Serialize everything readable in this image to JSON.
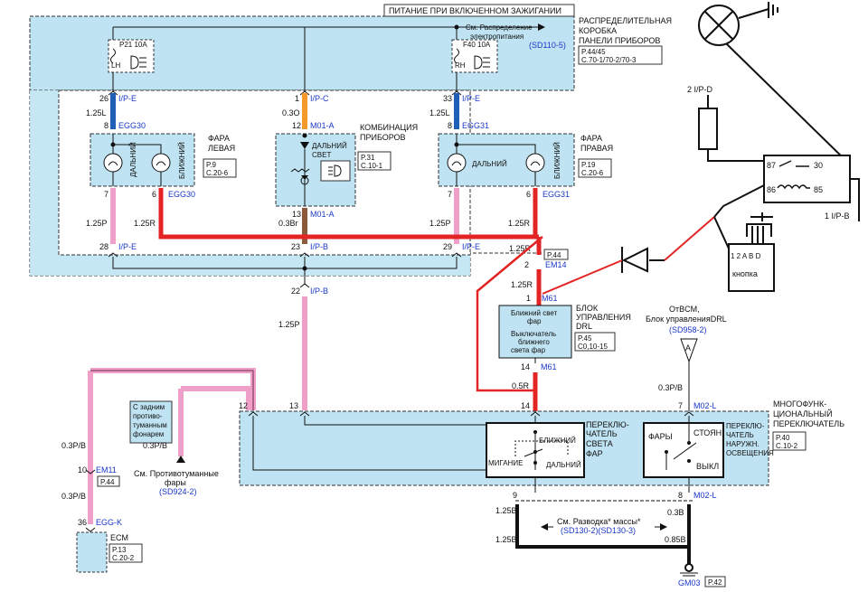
{
  "header": {
    "title": "ПИТАНИЕ ПРИ ВКЛЮЧЕННОМ ЗАЖИГАНИИ"
  },
  "junction_box": {
    "title_l1": "РАСПРЕДЕЛИТЕЛЬНАЯ",
    "title_l2": "КОРОБКА",
    "title_l3": "ПАНЕЛИ ПРИБОРОВ",
    "ref_l1": "P.44/45",
    "ref_l2": "C.70-1/70-2/70-3",
    "see_l1": "См. Распределение",
    "see_l2": "электропитания",
    "see_ref": "(SD110-5)",
    "fuse_left": "P21 10A",
    "fuse_left_side": "LH",
    "fuse_right": "F40 10A",
    "fuse_right_side": "RH"
  },
  "pins_top": {
    "p26": "26",
    "ipe1": "I/P-E",
    "p1": "1",
    "ipc": "I/P-C",
    "p33": "33",
    "ipe2": "I/P-E"
  },
  "wires_top": {
    "w1": "1.25L",
    "w2": "0.3O",
    "w3": "1.25L"
  },
  "connectors_top": {
    "p8a": "8",
    "egg30": "EGG30",
    "p12": "12",
    "m01a": "M01-A",
    "p8b": "8",
    "egg31": "EGG31"
  },
  "headlamp_left": {
    "title_l1": "ФАРА",
    "title_l2": "ЛЕВАЯ",
    "label_high": "ДАЛЬНИЙ",
    "label_low": "БЛИЖНИЙ",
    "ref_l1": "P.9",
    "ref_l2": "C.20-6",
    "pin7": "7",
    "pin6": "6",
    "conn": "EGG30"
  },
  "cluster": {
    "title_l1": "КОМБИНАЦИЯ",
    "title_l2": "ПРИБОРОВ",
    "label_l1": "ДАЛЬНИЙ",
    "label_l2": "СВЕТ",
    "ref_l1": "P.31",
    "ref_l2": "C.10-1",
    "pin13": "13",
    "conn": "M01-A"
  },
  "headlamp_right": {
    "title_l1": "ФАРА",
    "title_l2": "ПРАВАЯ",
    "label_high": "ДАЛЬНИЙ",
    "label_low": "БЛИЖНИЙ",
    "ref_l1": "P.19",
    "ref_l2": "C.20-6",
    "pin7": "7",
    "pin6": "6",
    "conn": "EGG31"
  },
  "wires_mid": {
    "w1": "1.25P",
    "w2": "1.25R",
    "w3": "0.3Br",
    "w4": "1.25P",
    "w5": "1.25R",
    "w6": "1.25R"
  },
  "pins_mid": {
    "p28": "28",
    "ipe1": "I/P-E",
    "p23": "23",
    "ipb1": "I/P-B",
    "p29": "29",
    "ipe2": "I/P-E",
    "p22": "22",
    "ipb2": "I/P-B"
  },
  "em14": {
    "ref": "P.44",
    "pin": "2",
    "conn": "EM14"
  },
  "drl": {
    "wire": "1.25R",
    "pin_top": "1",
    "conn_top": "M61",
    "box_l1": "Ближний свет",
    "box_l2": "фар",
    "box_l3": "Выключатель",
    "box_l4": "ближнего",
    "box_l5": "света фар",
    "title_l1": "БЛОК",
    "title_l2": "УПРАВЛЕНИЯ",
    "title_l3": "DRL",
    "ref_l1": "P.45",
    "ref_l2": "C0,10-15",
    "pin_bottom": "14",
    "conn_bottom": "M61",
    "wire_out": "0.5R"
  },
  "bcm_ref": {
    "l1": "ОтBCM,",
    "l2": "Блок управленияDRL",
    "ref": "(SD958-2)",
    "arrow_letter": "A",
    "wire": "0.3P/B",
    "pin": "7",
    "conn": "M02-L"
  },
  "pink_wire": {
    "wire": "1.25P"
  },
  "fog_ref": {
    "box_l1": "С задним",
    "box_l2": "противо-",
    "box_l3": "туманным",
    "box_l4": "фонарем",
    "wire": "0.3P/B",
    "see_l1": "См. Противотуманные",
    "see_l2": "фары",
    "see_ref": "(SD924-2)"
  },
  "multi_switch": {
    "title_l1": "МНОГОФУНК-",
    "title_l2": "ЦИОНАЛЬНЫЙ",
    "title_l3": "ПЕРЕКЛЮЧАТЕЛЬ",
    "ref_l1": "P.40",
    "ref_l2": "C.10-2",
    "pin12": "12",
    "pin13": "13",
    "pin14": "14",
    "pin7": "7",
    "light_sw_l1": "ПЕРЕКЛЮ-",
    "light_sw_l2": "ЧАТЕЛЬ",
    "light_sw_l3": "СВЕТА",
    "light_sw_l4": "ФАР",
    "pos_flash": "МИГАНИЕ",
    "pos_low": "БЛИЖНИЙ",
    "pos_high": "ДАЛЬНИЙ",
    "ext_sw_l1": "ПЕРЕКЛЮ-",
    "ext_sw_l2": "ЧАТЕЛЬ",
    "ext_sw_l3": "НАРУЖН.",
    "ext_sw_l4": "ОСВЕЩЕНИЯ",
    "pos_head": "ФАРЫ",
    "pos_park": "СТОЯН",
    "pos_off": "ВЫКЛ",
    "pin9": "9",
    "pin8": "8",
    "conn_bottom": "M02-L"
  },
  "ground": {
    "w1": "1.25B",
    "w2": "0.3B",
    "w3": "1.25B",
    "w4": "0.85B",
    "see_l1": "См. Разводка* массы*",
    "see_ref": "(SD130-2)(SD130-3)",
    "name": "GM03",
    "ref": "P.42"
  },
  "ecm": {
    "wire1": "0.3P/B",
    "pin10": "10",
    "conn_em11": "EM11",
    "ref_em11": "P.44",
    "wire2": "0.3P/B",
    "pin36": "36",
    "conn": "EGG-K",
    "name": "ECM",
    "ref_l1": "P.13",
    "ref_l2": "C.20-2"
  },
  "relay_sketch": {
    "top_label": "2 I/P-D",
    "r87": "87",
    "r30": "30",
    "r86": "86",
    "r85": "85",
    "right_label": "1 I/P-B",
    "button_pins": "1 2 A B D",
    "button_label": "кнопка"
  }
}
